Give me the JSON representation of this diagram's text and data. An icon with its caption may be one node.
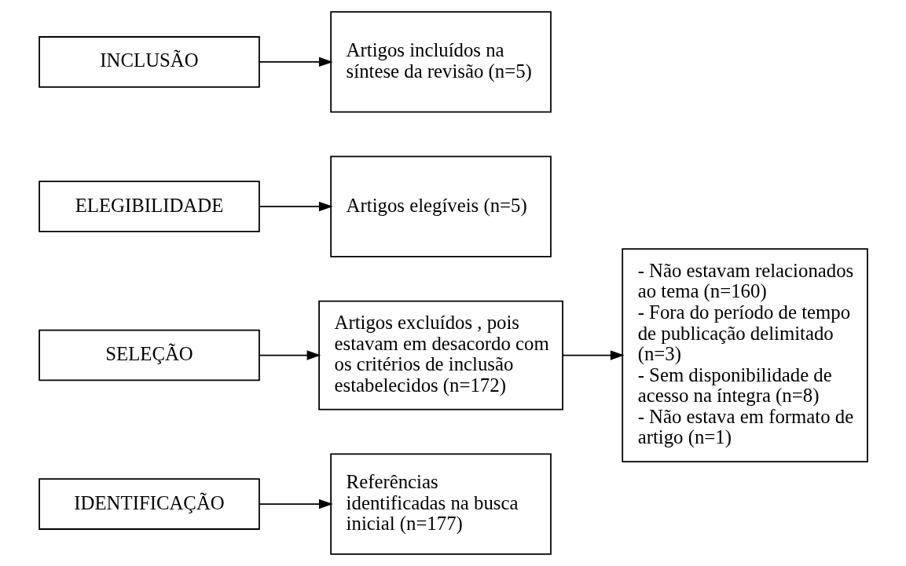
{
  "diagram": {
    "nodes": [
      {
        "text": [
          "IDENTIFICAÇÃO"
        ]
      },
      {
        "text": [
          "Referências identificadas na busca inicial (n=177)"
        ]
      },
      {
        "text": [
          "SELEÇÃO"
        ]
      },
      {
        "text": [
          "Artigos excluídos , pois estavam em desacordo com os critérios de inclusão estabelecidos (n=172)"
        ]
      },
      {
        "text": [
          "- Não estavam relacionados ao tema (n=160)",
          "- Fora do período de tempo de publicação delimitado (n=3)",
          "- Sem disponibilidade de acesso na íntegra (n=8)",
          "- Não estava em formato de artigo (n=1)"
        ]
      },
      {
        "text": [
          "ELEGIBILIDADE"
        ]
      },
      {
        "text": [
          "Artigos elegíveis (n=5)"
        ]
      },
      {
        "text": [
          "INCLUSÃO"
        ]
      },
      {
        "text": [
          "Artigos incluídos na síntese da revisão (n=5)"
        ]
      }
    ],
    "edges": [
      {
        "from": 0,
        "to": 1,
        "arrow": "to"
      },
      {
        "from": 2,
        "to": 3,
        "arrow": "to"
      },
      {
        "from": 3,
        "to": 4,
        "arrow": "to"
      },
      {
        "from": 5,
        "to": 6,
        "arrow": "to"
      },
      {
        "from": 7,
        "to": 8,
        "arrow": "to"
      }
    ]
  }
}
